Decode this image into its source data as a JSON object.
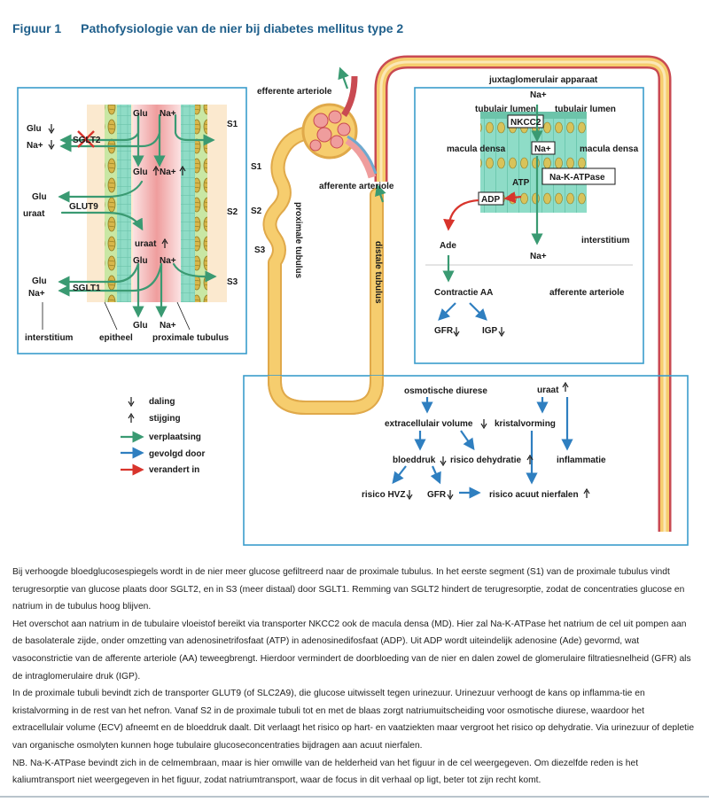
{
  "figure": {
    "label": "Figuur 1",
    "title": "Pathofysiologie van de nier bij diabetes mellitus type 2"
  },
  "colors": {
    "title": "#1f5f8b",
    "panel_border": "#3a9ccb",
    "green_arrow": "#3a9a72",
    "blue_arrow": "#2f7fc0",
    "red_arrow": "#d8342c",
    "tubule_fill": "#f6cd6e",
    "blood_pink": "#f2a9a9",
    "cell_green": "#7ed3bb"
  },
  "panel_left": {
    "glu_down": "Glu",
    "na_down": "Na+",
    "sglt2": "SGLT2",
    "glu_lumen_top": "Glu",
    "na_lumen_top": "Na+",
    "glu_up": "Glu",
    "na_up": "Na+",
    "glu_mid": "Glu",
    "uraat": "uraat",
    "glut9": "GLUT9",
    "uraat_up": "uraat",
    "glu_lumen_s3": "Glu",
    "na_lumen_s3": "Na+",
    "glu_s3": "Glu",
    "na_s3": "Na+",
    "sglt1": "SGLT1",
    "glu_bottom": "Glu",
    "na_bottom": "Na+",
    "s1": "S1",
    "s2": "S2",
    "s3": "S3",
    "interstitium": "interstitium",
    "epitheel": "epitheel",
    "proximale_tubulus": "proximale tubulus"
  },
  "nephron": {
    "efferente_arteriole": "efferente arteriole",
    "afferente_arteriole": "afferente arteriole",
    "s1": "S1",
    "s2": "S2",
    "s3": "S3",
    "proximale_tubulus": "proximale tubulus",
    "distale_tubulus": "distale tubulus"
  },
  "panel_right": {
    "title": "juxtaglomerulair apparaat",
    "na_top": "Na+",
    "tubulair_lumen_left": "tubulair lumen",
    "tubulair_lumen_right": "tubulair lumen",
    "nkcc2": "NKCC2",
    "macula_densa_left": "macula densa",
    "macula_densa_right": "macula densa",
    "na_cell": "Na+",
    "atp": "ATP",
    "na_k_atpase": "Na-K-ATPase",
    "adp": "ADP",
    "ade": "Ade",
    "interstitium": "interstitium",
    "na_bottom": "Na+",
    "contractie": "Contractie AA",
    "afferente_arteriole": "afferente arteriole",
    "gfr": "GFR",
    "igp": "IGP"
  },
  "legend": {
    "daling": "daling",
    "stijging": "stijging",
    "verplaatsing": "verplaatsing",
    "gevolgd_door": "gevolgd door",
    "verandert_in": "verandert in"
  },
  "panel_bottom": {
    "osmotische_diurese": "osmotische diurese",
    "uraat": "uraat",
    "ecv": "extracellulair volume",
    "kristalvorming": "kristalvorming",
    "bloeddruk": "bloeddruk",
    "risico_dehydratie": "risico dehydratie",
    "inflammatie": "inflammatie",
    "risico_hvz": "risico HVZ",
    "gfr": "GFR",
    "risico_anf": "risico acuut nierfalen"
  },
  "caption": [
    "Bij verhoogde bloedglucosespiegels wordt in de nier meer glucose gefiltreerd naar de proximale tubulus. In het eerste segment (S1) van de proximale tubulus vindt terugresorptie van glucose plaats door SGLT2, en in S3 (meer distaal) door SGLT1. Remming van SGLT2 hindert de terugresorptie, zodat de concentraties glucose en natrium in de tubulus hoog blijven.",
    "Het overschot aan natrium in de tubulaire vloeistof bereikt via transporter NKCC2 ook de macula densa (MD). Hier zal Na-K-ATPase het natrium de cel uit pompen aan de basolaterale zijde, onder omzetting van adenosinetrifosfaat (ATP) in adenosinedifosfaat (ADP). Uit ADP wordt uiteindelijk adenosine (Ade) gevormd, wat vasoconstrictie van de afferente arteriole (AA) teweegbrengt. Hierdoor vermindert de doorbloeding van de nier en dalen zowel de glomerulaire filtratiesnelheid (GFR) als de intraglomerulaire druk (IGP).",
    "In de proximale tubuli bevindt zich de transporter GLUT9 (of SLC2A9), die glucose uitwisselt tegen urinezuur. Urinezuur verhoogt de kans op inflamma-tie en kristalvorming in de rest van het nefron. Vanaf S2 in de proximale tubuli tot en met de blaas zorgt natriumuitscheiding voor osmotische diurese, waardoor het extracellulair volume (ECV) afneemt en de bloeddruk daalt. Dit verlaagt het risico op hart- en vaatziekten maar vergroot het risico op dehydratie. Via urinezuur of depletie van organische osmolyten kunnen hoge tubulaire glucoseconcentraties bijdragen aan acuut nierfalen.",
    "NB. Na-K-ATPase bevindt zich in de celmembraan, maar is hier omwille van de helderheid van het figuur in de cel weergegeven. Om diezelfde reden is het kaliumtransport niet weergegeven in het figuur, zodat natriumtransport, waar de focus in dit verhaal op ligt, beter tot zijn recht komt."
  ]
}
